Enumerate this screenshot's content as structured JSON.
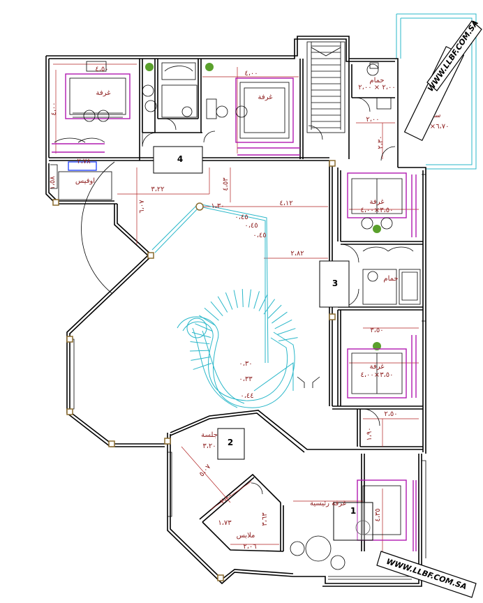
{
  "watermark_top": "WWW.LLBF.COM.SA",
  "watermark_bottom": "WWW.LLBF.COM.SA",
  "zone_markers": [
    "1",
    "2",
    "3",
    "4"
  ],
  "rooms": {
    "bedroom_top_left": "غرفة",
    "bedroom_top_mid": "غرفة",
    "bath_top_right": "حمام",
    "bath_top_right_dims": "٢،٠٠ × ٢،٠٠",
    "roof": "سطح",
    "roof_dims": "٦،٧٠×٢،٥٠",
    "office": "اوفيس",
    "bedroom_right_upper": "غرفة",
    "bedroom_right_upper_dims": "٣،٥٠×٤،٠٠",
    "bath_right": "حمام",
    "bedroom_right_lower": "غرفة",
    "bedroom_right_lower_dims": "٣،٥٠×٤،٠٠",
    "sitting": "جلسة",
    "master_bedroom": "غرفة رئيسية",
    "dressing": "ملابس"
  },
  "dimensions": {
    "top_left_width": "٤،٥٠",
    "top_left_height": "٤،٠٠",
    "top_mid_width": "٤،٠٠",
    "bath_top": "٢،٠٠",
    "roof_side": "٢،٣٠",
    "office_width": "٢،٧٨",
    "office_height": "١،٥٨",
    "hall_width": "٣،٢٢",
    "hall_height": "٦،٠٧",
    "corridor_height": "٤،٥٣",
    "corridor_mid": "١،٣٠",
    "hall_right": "٤،١٢",
    "step1": "٠،٤٥",
    "step2": "٠،٤٥",
    "step3": "٠،٤٥",
    "hall_lower": "٢،٨٢",
    "right_corridor": "٣،٥٠",
    "right_lower": "٢،٥٠",
    "right_side": "١،٩٠",
    "stair1": "٠،٣٠",
    "stair2": "٠،٣٣",
    "stair3": "٠،٤٤",
    "sitting_dims": "٣،٢٠",
    "sitting_diag": "٥،٠٧",
    "dress_a": "٢،٠٠",
    "dress_b": "١،٧٣",
    "dress_c": "٢،٠٦",
    "dress_d": "٣،٦٣",
    "master_side": "٤،٣٥"
  }
}
